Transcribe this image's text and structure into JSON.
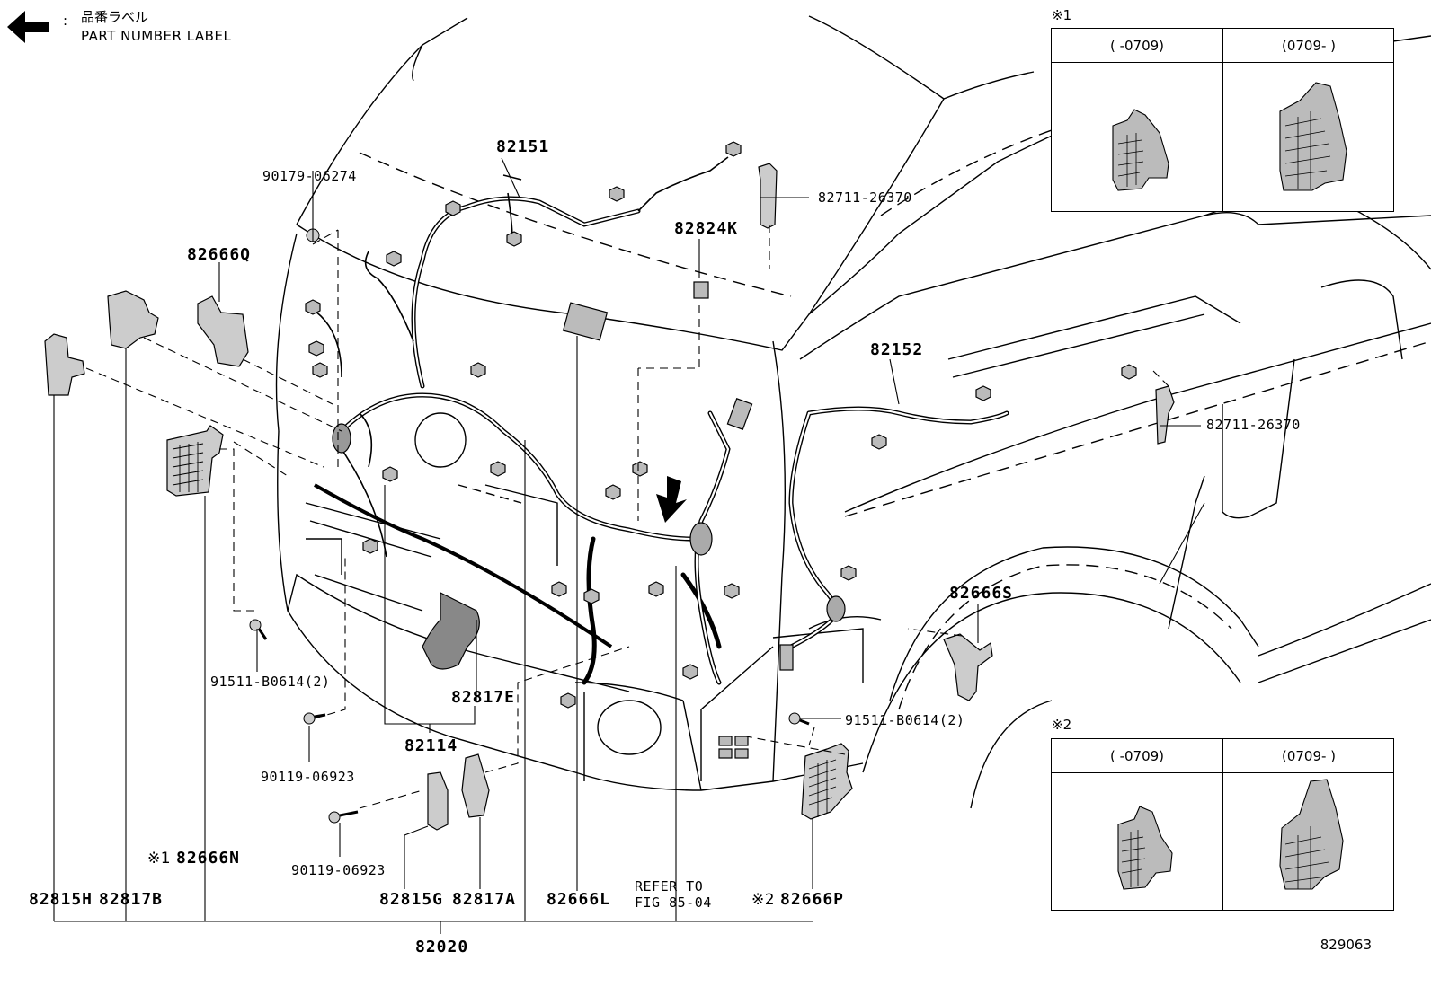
{
  "legend": {
    "icon": "arrow-left-icon",
    "colon": ":",
    "label_jp": "品番ラベル",
    "label_en": "PART NUMBER LABEL"
  },
  "callouts": {
    "p82151": "82151",
    "p90179_06274": "90179-06274",
    "p82711_26370_top": "82711-26370",
    "p82824K": "82824K",
    "p82666Q": "82666Q",
    "p82152": "82152",
    "p82711_26370_right": "82711-26370",
    "p82666S": "82666S",
    "p91511_B0614_left": "91511-B0614(2)",
    "p91511_B0614_right": "91511-B0614(2)",
    "p82817E": "82817E",
    "p82114": "82114",
    "p90119_06923_a": "90119-06923",
    "p90119_06923_b": "90119-06923",
    "p82666N_mark": "※1",
    "p82666N": "82666N",
    "p82815H": "82815H",
    "p82817B": "82817B",
    "p82815G": "82815G",
    "p82817A": "82817A",
    "p82666L": "82666L",
    "refer_line1": "REFER TO",
    "refer_line2": "FIG 85-04",
    "p82666P_mark": "※2",
    "p82666P": "82666P",
    "p82020": "82020"
  },
  "insets": [
    {
      "tag": "※1",
      "columns": [
        {
          "caption": "(     -0709)"
        },
        {
          "caption": "(0709-     )"
        }
      ]
    },
    {
      "tag": "※2",
      "columns": [
        {
          "caption": "(     -0709)"
        },
        {
          "caption": "(0709-     )"
        }
      ]
    }
  ],
  "figure_code": "829063"
}
